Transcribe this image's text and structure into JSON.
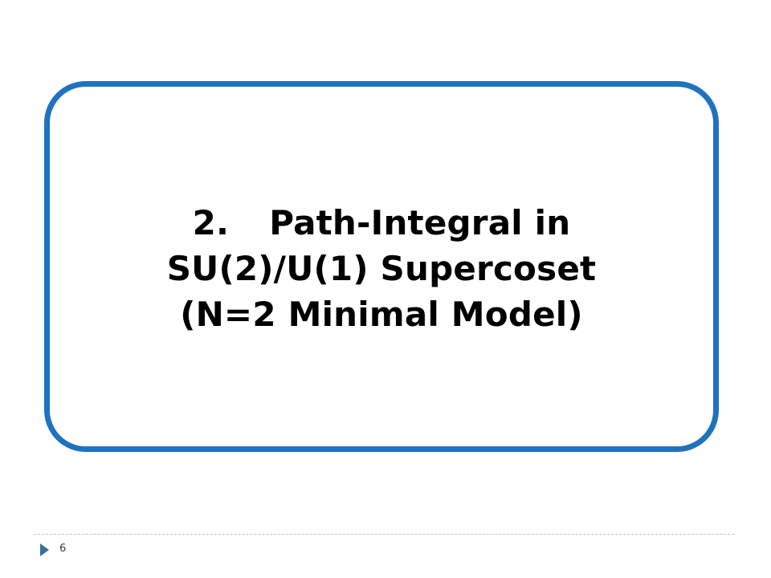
{
  "slide": {
    "title": {
      "number": "2.",
      "line1": "Path-Integral in",
      "line2": "SU(2)/U(1) Supercoset",
      "line3": "(N=2 Minimal Model)"
    },
    "page_number": "6"
  },
  "colors": {
    "frame": "#1f72c0",
    "bullet": "#3b6e9a",
    "divider": "#b8c6d4"
  },
  "icons": {
    "footer_bullet": "triangle-right-icon"
  }
}
